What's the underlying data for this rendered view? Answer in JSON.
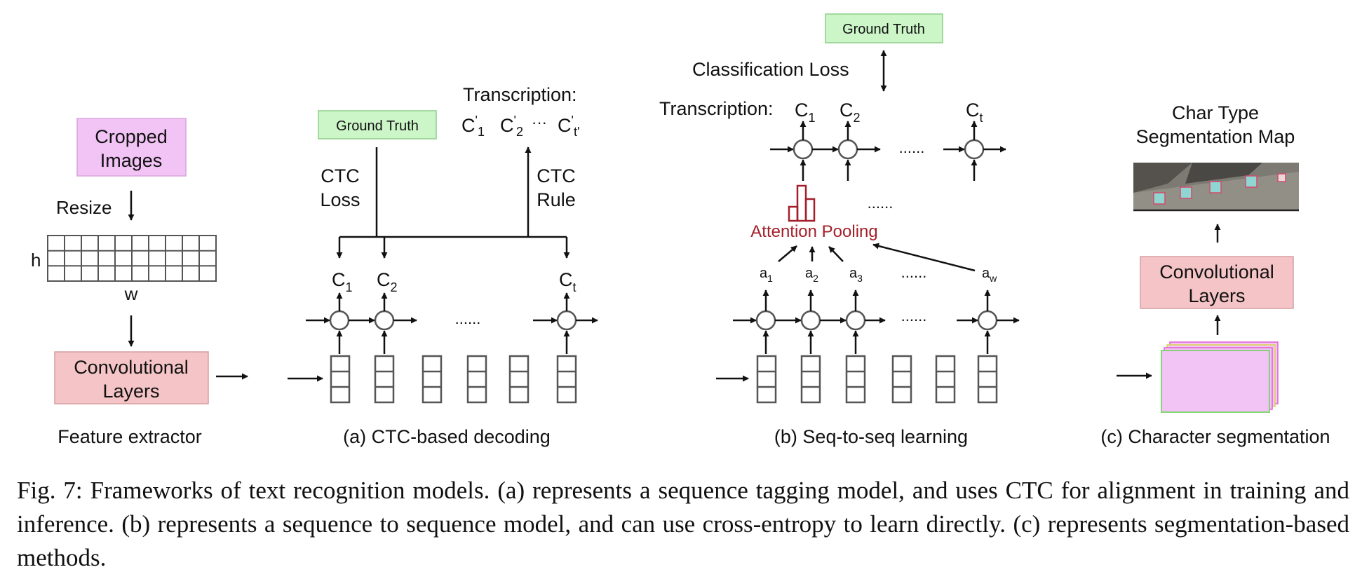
{
  "colors": {
    "purple_box": "#f2c3f5",
    "purple_box_border": "#d8a4de",
    "pink_box": "#f4c4c6",
    "pink_box_border": "#d79ea1",
    "green_box": "#ccf5c8",
    "green_box_border": "#8dcf88",
    "attention": "#a3202a",
    "stroke": "#111111",
    "grid": "#555555"
  },
  "feature_extractor": {
    "input_label": "Cropped Images",
    "input_lines": [
      "Cropped",
      "Images"
    ],
    "resize_label": "Resize",
    "h_label": "h",
    "w_label": "w",
    "conv_lines": [
      "Convolutional",
      "Layers"
    ],
    "section_label": "Feature extractor"
  },
  "ctc": {
    "ground_truth": "Ground Truth",
    "loss_lines": [
      "CTC",
      "Loss"
    ],
    "rule_lines": [
      "CTC",
      "Rule"
    ],
    "transcription_label": "Transcription:",
    "transcription_seq": [
      "C'1",
      "C'2",
      "···",
      "C't'"
    ],
    "outputs": [
      "C1",
      "C2",
      "Ct"
    ],
    "ellipsis": "......",
    "section_label": "(a) CTC-based decoding"
  },
  "seq2seq": {
    "ground_truth": "Ground Truth",
    "loss_label": "Classification Loss",
    "transcription_label": "Transcription:",
    "outputs": [
      "C1",
      "C2",
      "Ct"
    ],
    "attention_label": "Attention Pooling",
    "attention_weights": [
      "a1",
      "a2",
      "a3",
      "aw"
    ],
    "ellipsis": "......",
    "section_label": "(b) Seq-to-seq learning"
  },
  "segmentation": {
    "title_lines": [
      "Char Type",
      "Segmentation Map"
    ],
    "conv_lines": [
      "Convolutional",
      "Layers"
    ],
    "section_label": "(c) Character segmentation"
  },
  "caption": "Fig. 7: Frameworks of text recognition models. (a) represents a sequence tagging model, and uses CTC for alignment in training and inference. (b) represents a sequence to sequence model, and can use cross-entropy to learn directly. (c) represents segmentation-based methods."
}
